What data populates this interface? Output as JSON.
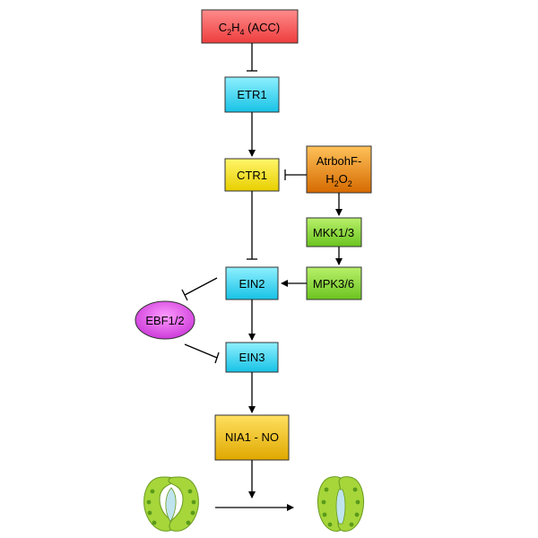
{
  "nodes": {
    "c2h4": {
      "c_main": "C",
      "c_sub": "2",
      "h_main": "H",
      "h_sub": "4",
      "tail": " (ACC)",
      "color_top": "#ff8b8b",
      "color_bottom": "#ee3d3d"
    },
    "etr1": {
      "label": "ETR1",
      "color_top": "#8ff0ff",
      "color_bottom": "#17c2e6"
    },
    "ctr1": {
      "label": "CTR1",
      "color_top": "#fff56a",
      "color_bottom": "#e8cf00"
    },
    "atrboh": {
      "line1": "AtrbohF-",
      "h_main": "H",
      "h_sub": "2",
      "o_main": "O",
      "o_sub": "2",
      "color_top": "#ffc25a",
      "color_bottom": "#d56a00"
    },
    "mkk": {
      "label": "MKK1/3",
      "color_top": "#b8f06a",
      "color_bottom": "#6bc41f"
    },
    "mpk": {
      "label": "MPK3/6",
      "color_top": "#b8f06a",
      "color_bottom": "#6bc41f"
    },
    "ein2": {
      "label": "EIN2",
      "color_top": "#8ff0ff",
      "color_bottom": "#17c2e6"
    },
    "ebf": {
      "label": "EBF1/2",
      "color_top": "#ff9bff",
      "color_bottom": "#cc3bd9"
    },
    "ein3": {
      "label": "EIN3",
      "color_top": "#8ff0ff",
      "color_bottom": "#17c2e6"
    },
    "nia": {
      "label": "NIA1 - NO",
      "color_top": "#ffe060",
      "color_bottom": "#e0a800"
    }
  },
  "stomata": {
    "guard_cell_color": "#a6d63a",
    "chloroplast_color": "#5a9a1a",
    "pore_color": "#bfe4ee"
  }
}
